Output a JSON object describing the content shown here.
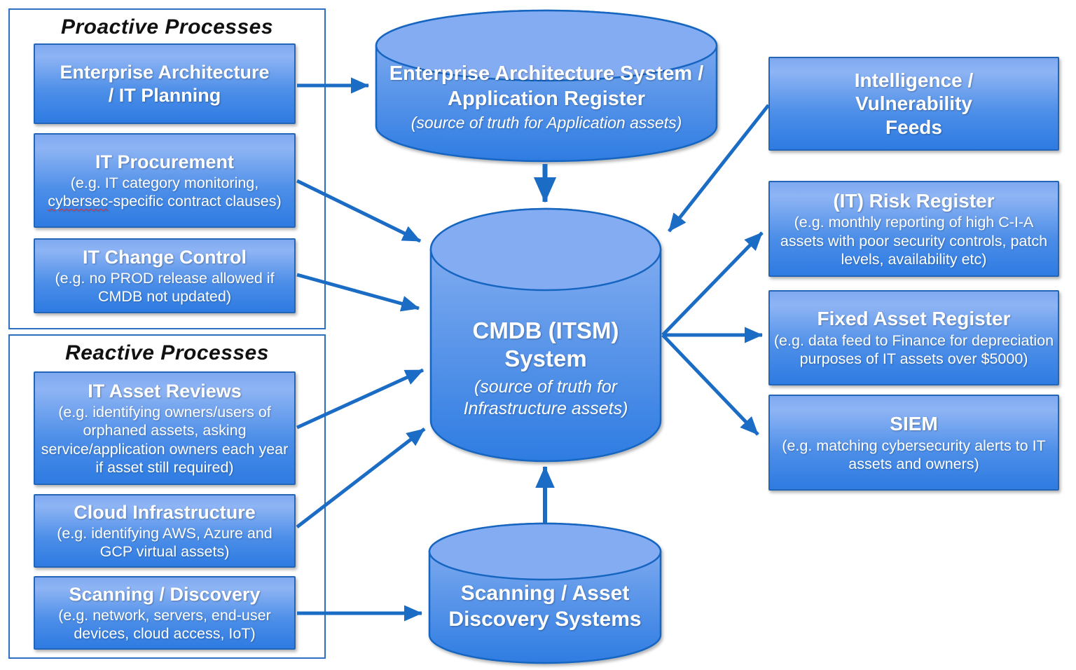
{
  "diagram": {
    "proactive": {
      "title": "Proactive Processes",
      "boxes": [
        {
          "title": "Enterprise Architecture / IT Planning"
        },
        {
          "title": "IT Procurement",
          "subtitle_pre": "(e.g. IT category monitoring, ",
          "subtitle_misspelled": "cybersec",
          "subtitle_post": "-specific contract clauses)"
        },
        {
          "title": "IT Change Control",
          "subtitle": "(e.g. no PROD release allowed if CMDB not updated)"
        }
      ]
    },
    "reactive": {
      "title": "Reactive Processes",
      "boxes": [
        {
          "title": "IT Asset Reviews",
          "subtitle": "(e.g. identifying owners/users of orphaned assets, asking service/application owners each year if asset still required)"
        },
        {
          "title": "Cloud Infrastructure",
          "subtitle": "(e.g. identifying AWS, Azure and GCP virtual assets)"
        },
        {
          "title": "Scanning / Discovery",
          "subtitle": "(e.g. network, servers, end-user devices, cloud access, IoT)"
        }
      ]
    },
    "cylinders": {
      "ea": {
        "title": "Enterprise Architecture System / Application Register",
        "subtitle": "(source of truth for Application assets)"
      },
      "cmdb": {
        "title": "CMDB (ITSM) System",
        "subtitle": "(source of truth for Infrastructure assets)"
      },
      "scanning": {
        "title": "Scanning / Asset Discovery Systems"
      }
    },
    "outputs": [
      {
        "title": "Intelligence / Vulnerability Feeds",
        "subtitle": ""
      },
      {
        "title": "(IT) Risk Register",
        "subtitle": "(e.g. monthly reporting of high C-I-A assets with poor security controls, patch levels, availability etc)"
      },
      {
        "title": "Fixed Asset Register",
        "subtitle": "(e.g. data feed to Finance for depreciation purposes of IT assets over $5000)"
      },
      {
        "title": "SIEM",
        "subtitle": "(e.g. matching cybersecurity alerts to IT assets and owners)"
      }
    ],
    "colors": {
      "box_gradient_top": "#7FA9F0",
      "box_gradient_bottom": "#2E7BE2",
      "box_border": "#2465B8",
      "container_border": "#2E6FC0",
      "arrow": "#1B6CC4",
      "cylinder_stroke": "#1465C0",
      "text_white": "#FFFFFF",
      "title_black": "#111111"
    }
  }
}
